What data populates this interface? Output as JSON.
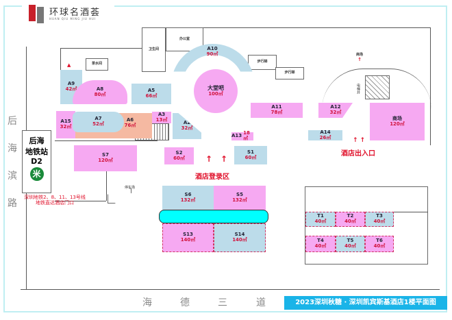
{
  "logo": {
    "name": "环球名酒荟",
    "pinyin": "HUAN QIU MING JIU HUI"
  },
  "title": "2023深圳秋糖 · 深圳凯宾斯基酒店1楼平面图",
  "roads": {
    "left": [
      "后",
      "海",
      "滨",
      "路"
    ],
    "bottom": [
      "海",
      "德",
      "三",
      "道"
    ]
  },
  "subway": {
    "name_line1": "后海",
    "name_line2": "地铁站",
    "exit": "D2",
    "note_line1": "深圳地铁2、8、11、13号线",
    "note_line2": "地铁直达酒店门口"
  },
  "labels": {
    "office": "办公室",
    "restroom": "卫生间",
    "tea_room": "茶水间",
    "stairs": "步行梯",
    "mall_top": "商场",
    "elevator": "电梯井",
    "parking": "停车场",
    "checkin": "酒店登录区",
    "entrance": "酒店出入口"
  },
  "rooms": {
    "A9": {
      "name": "A9",
      "area": "42㎡"
    },
    "A8": {
      "name": "A8",
      "area": "80㎡"
    },
    "A5": {
      "name": "A5",
      "area": "66㎡"
    },
    "A10": {
      "name": "A10",
      "area": "90㎡"
    },
    "lobby": {
      "name": "大堂吧",
      "area": "100㎡"
    },
    "A7": {
      "name": "A7",
      "area": "52㎡"
    },
    "A6": {
      "name": "A6",
      "area": "76㎡"
    },
    "A15": {
      "name": "A15",
      "area": "32㎡"
    },
    "A3": {
      "name": "A3",
      "area": "13㎡"
    },
    "A2": {
      "name": "A2",
      "area": "32㎡"
    },
    "S7": {
      "name": "S7",
      "area": "120㎡"
    },
    "S2": {
      "name": "S2",
      "area": "60㎡"
    },
    "A11": {
      "name": "A11",
      "area": "78㎡"
    },
    "A12": {
      "name": "A12",
      "area": "32㎡"
    },
    "mall": {
      "name": "商场",
      "area": "120㎡"
    },
    "A13": {
      "name": "A13",
      "area": "18㎡"
    },
    "A14": {
      "name": "A14",
      "area": "26㎡"
    },
    "S1": {
      "name": "S1",
      "area": "60㎡"
    },
    "S6": {
      "name": "S6",
      "area": "132㎡"
    },
    "S5": {
      "name": "S5",
      "area": "132㎡"
    },
    "S13": {
      "name": "S13",
      "area": "140㎡"
    },
    "S14": {
      "name": "S14",
      "area": "140㎡"
    },
    "T1": {
      "name": "T1",
      "area": "40㎡"
    },
    "T2": {
      "name": "T2",
      "area": "40㎡"
    },
    "T3": {
      "name": "T3",
      "area": "40㎡"
    },
    "T4": {
      "name": "T4",
      "area": "40㎡"
    },
    "T5": {
      "name": "T5",
      "area": "40㎡"
    },
    "T6": {
      "name": "T6",
      "area": "40㎡"
    }
  },
  "colors": {
    "pink": "#f6a9f2",
    "blue": "#bcdcea",
    "salmon": "#f5b9a2",
    "cyan": "#00ffff",
    "title_bg": "#1ab4e8",
    "red": "#e0102a"
  }
}
